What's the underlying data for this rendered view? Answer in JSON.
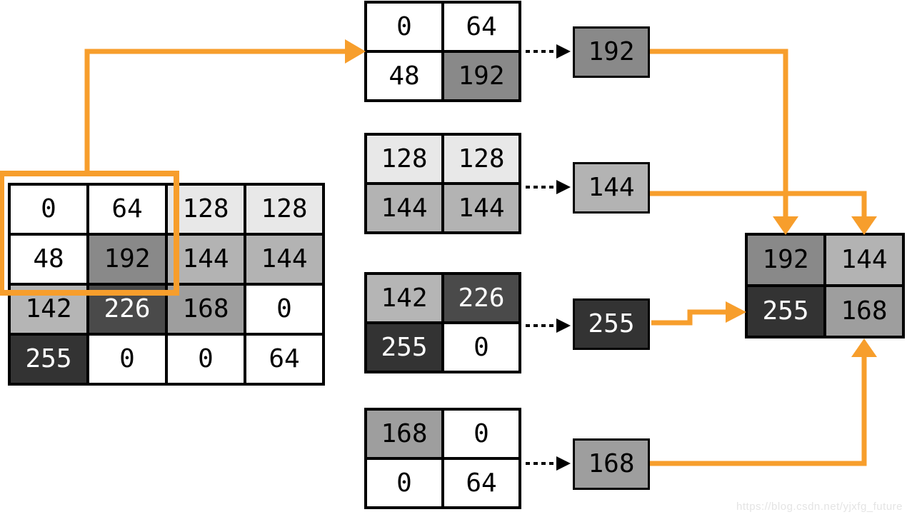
{
  "colors": {
    "accent_orange": "#F79E2C",
    "connector_black": "#000000",
    "watermark_gray": "#e4e4e4",
    "value_shades": {
      "0": "#ffffff",
      "48": "#ffffff",
      "64": "#ffffff",
      "128": "#e8e8e8",
      "142": "#b5b5b5",
      "144": "#b3b3b3",
      "168": "#9e9e9e",
      "192": "#898989",
      "226": "#4a4a4a",
      "255": "#333333"
    },
    "light_text_values": [
      "226",
      "255"
    ]
  },
  "input_matrix": {
    "rows": [
      [
        "0",
        "64",
        "128",
        "128"
      ],
      [
        "48",
        "192",
        "144",
        "144"
      ],
      [
        "142",
        "226",
        "168",
        "0"
      ],
      [
        "255",
        "0",
        "0",
        "64"
      ]
    ]
  },
  "pooling_windows": [
    {
      "rows": [
        [
          "0",
          "64"
        ],
        [
          "48",
          "192"
        ]
      ],
      "max": "192"
    },
    {
      "rows": [
        [
          "128",
          "128"
        ],
        [
          "144",
          "144"
        ]
      ],
      "max": "144"
    },
    {
      "rows": [
        [
          "142",
          "226"
        ],
        [
          "255",
          "0"
        ]
      ],
      "max": "255"
    },
    {
      "rows": [
        [
          "168",
          "0"
        ],
        [
          "0",
          "64"
        ]
      ],
      "max": "168"
    }
  ],
  "output_matrix": {
    "rows": [
      [
        "192",
        "144"
      ],
      [
        "255",
        "168"
      ]
    ]
  },
  "watermark": "https://blog.csdn.net/yjxfg_future"
}
